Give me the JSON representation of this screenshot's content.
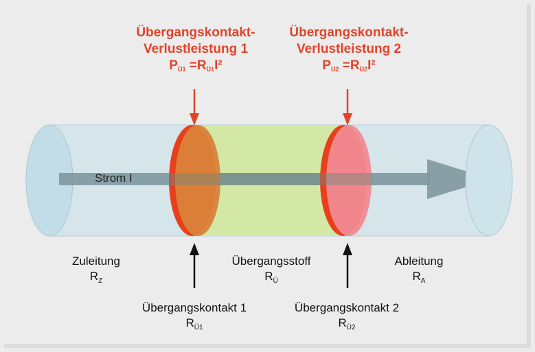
{
  "top_left": {
    "line1": "Übergangskontakt-",
    "line2": "Verlustleistung 1",
    "formula_p": "P",
    "formula_p_sub": "Ü1",
    "formula_eq": " =R",
    "formula_r_sub": "Ü1",
    "formula_tail": "I²"
  },
  "top_right": {
    "line1": "Übergangskontakt-",
    "line2": "Verlustleistung 2",
    "formula_p": "P",
    "formula_p_sub": "Ü2",
    "formula_eq": " =R",
    "formula_r_sub": "Ü2",
    "formula_tail": "I²"
  },
  "strom_label": "Strom I",
  "zuleitung": {
    "name": "Zuleitung",
    "symbol": "R",
    "sub": "Z"
  },
  "uebergangsstoff": {
    "name": "Übergangsstoff",
    "symbol": "R",
    "sub": "Ü"
  },
  "ableitung": {
    "name": "Ableitung",
    "symbol": "R",
    "sub": "A"
  },
  "kontakt1": {
    "name": "Übergangskontakt 1",
    "symbol": "R",
    "sub": "Ü1"
  },
  "kontakt2": {
    "name": "Übergangskontakt 2",
    "symbol": "R",
    "sub": "Ü2"
  },
  "colors": {
    "tube": "#cfe3ea",
    "middle": "#d4e8a6",
    "contact1": "#d9823a",
    "contact2": "#f08a92",
    "rim": "#e8401c",
    "arrow": "#7f97a1",
    "label_red": "#e0442a"
  }
}
